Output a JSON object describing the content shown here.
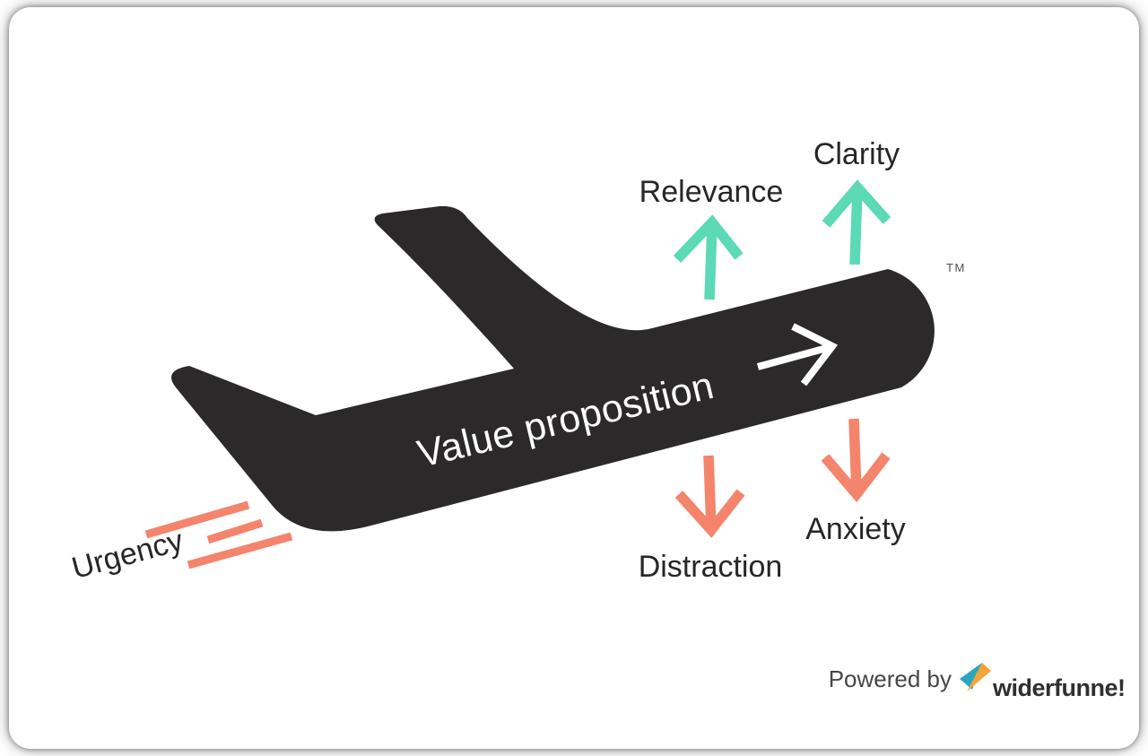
{
  "colors": {
    "card_bg": "#ffffff",
    "plane": "#2b2929",
    "white": "#ffffff",
    "teal": "#5cd9b6",
    "coral": "#f4846c",
    "label": "#262626",
    "tm": "#4f4f4f",
    "footer_text": "#464646",
    "wordmark": "#2f2f2f",
    "logo_teal": "#2aa6bf",
    "logo_orange": "#f4a336"
  },
  "diagram": {
    "plane_label": "Value proposition",
    "trademark": "TM",
    "factors": {
      "relevance": "Relevance",
      "clarity": "Clarity",
      "distraction": "Distraction",
      "anxiety": "Anxiety",
      "urgency": "Urgency"
    }
  },
  "footer": {
    "powered_by": "Powered by",
    "brand_wordmark": "widerfunne!"
  }
}
